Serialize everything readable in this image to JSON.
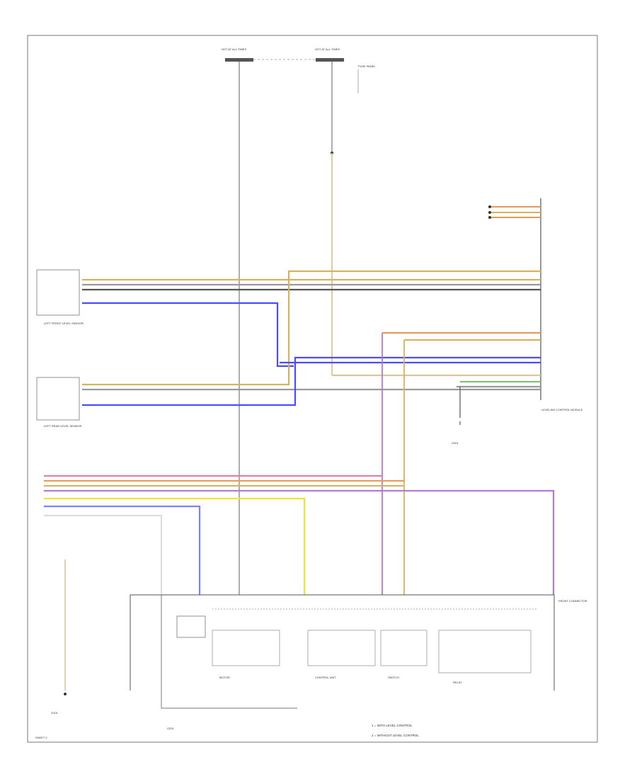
{
  "colors": {
    "frame": "#777777",
    "tan": "#d6b25c",
    "tan_light": "#d9c79a",
    "gray": "#9a9a9a",
    "dark": "#555555",
    "blue": "#4b4bff",
    "orange": "#e59a5a",
    "violet": "#b27ad6",
    "yellow": "#f0e23a",
    "blue_light": "#8080ff",
    "green": "#7ec27e",
    "white_wire": "#dddddd",
    "pink": "#e07aa0"
  },
  "labels": {
    "top_left_source": "HOT AT ALL TIMES",
    "top_right_source": "HOT AT ALL TIMES",
    "fuse_box": "FUSE PANEL",
    "left_front_sensor": "LEFT FRONT LEVEL SENSOR",
    "left_rear_sensor": "LEFT REAR LEVEL SENSOR",
    "leveling_module": "LEVELING CONTROL MODULE",
    "front_connector": "FRONT CONNECTOR",
    "ground_top": "G301",
    "ground_left": "G101",
    "ground_bottom": "G201",
    "block_1": "MOTOR",
    "block_2": "CONTROL UNIT",
    "block_3": "SWITCH",
    "block_4": "RELAY",
    "note_1": "1 = WITH LEVEL CONTROL",
    "note_2": "2 = WITHOUT LEVEL CONTROL",
    "page_ref": "SHEET 2"
  }
}
